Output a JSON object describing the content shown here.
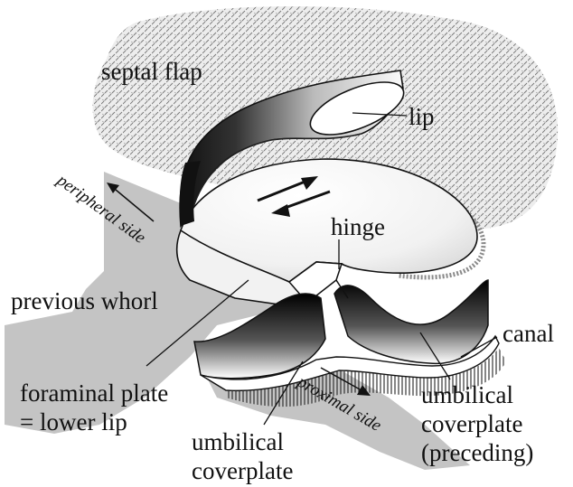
{
  "labels": {
    "septal_flap": "septal flap",
    "lip": "lip",
    "hinge": "hinge",
    "peripheral_side": "peripheral side",
    "previous_whorl": "previous whorl",
    "canal": "canal",
    "foraminal_plate_1": "foraminal plate",
    "foraminal_plate_2": "= lower lip",
    "proximal_side": "proximal side",
    "umbilical_coverplate_1": "umbilical",
    "umbilical_coverplate_2": "coverplate",
    "umbilical_coverplate_preceding_1": "umbilical",
    "umbilical_coverplate_preceding_2": "coverplate",
    "umbilical_coverplate_preceding_3": "(preceding)"
  },
  "colors": {
    "stipple_background": "#e6e6e6",
    "previous_whorl_grey": "#c4c4c4",
    "line": "#111111"
  }
}
